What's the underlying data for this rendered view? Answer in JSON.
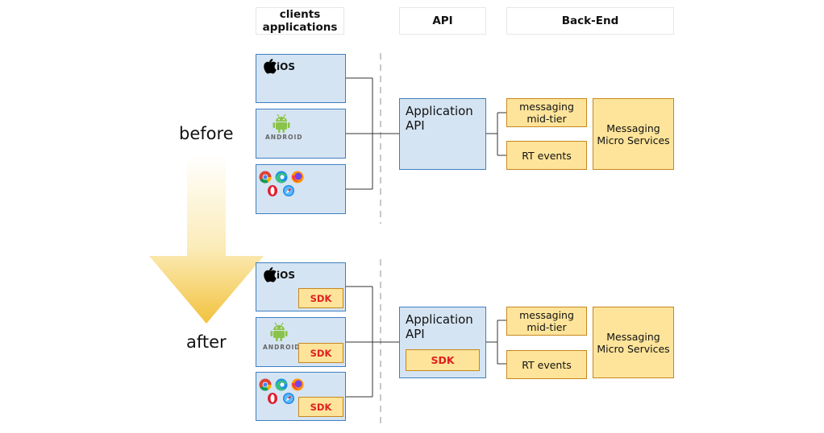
{
  "headers": {
    "clients": "clients\napplications",
    "api": "API",
    "backend": "Back-End"
  },
  "phase_labels": {
    "before": "before",
    "after": "after"
  },
  "clients": {
    "ios": "iOS",
    "android": "ANDROID"
  },
  "api_box": {
    "label": "Application\nAPI"
  },
  "backend": {
    "mid_tier": "messaging\nmid-tier",
    "rt_events": "RT events",
    "micro_services": "Messaging\nMicro Services"
  },
  "sdk_label": "SDK",
  "colors": {
    "client_fill": "#d5e4f3",
    "client_border": "#3f7fbf",
    "backend_fill": "#fde49a",
    "backend_border": "#c8861e",
    "sdk_text": "#e02020",
    "arrow": "#f4c542",
    "android_green": "#8bc34a"
  }
}
